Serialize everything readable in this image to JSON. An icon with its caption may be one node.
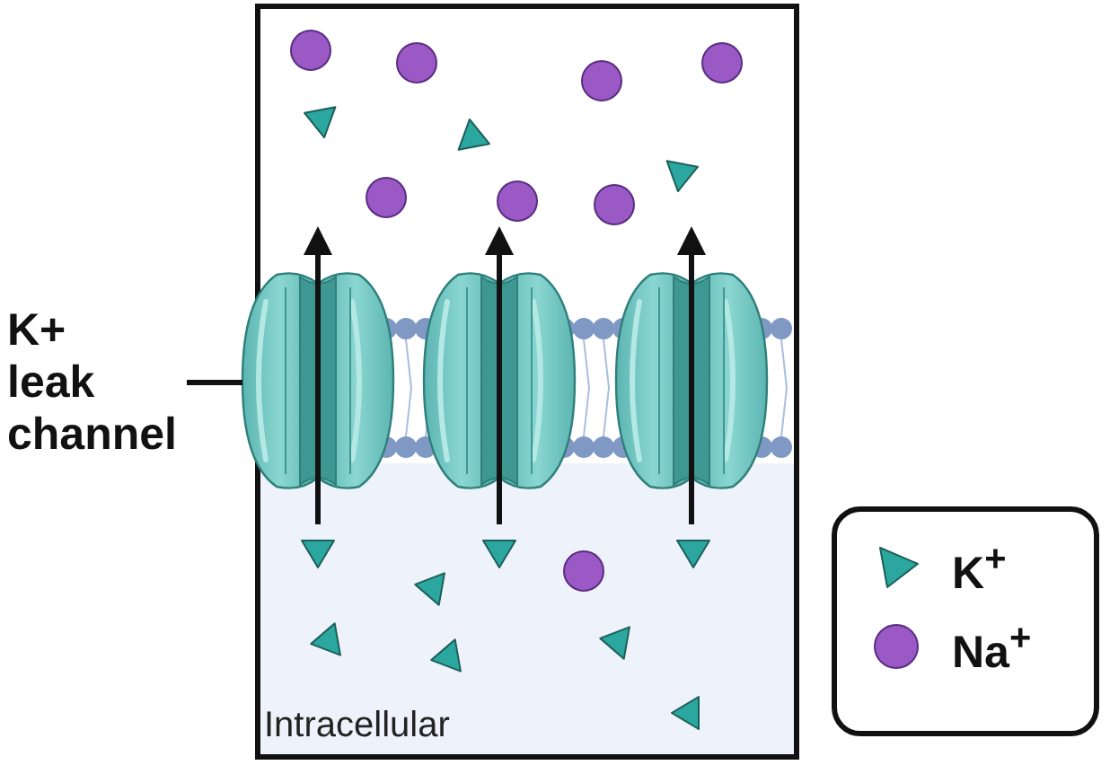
{
  "diagram": {
    "nodes": [
      {
        "text": [
          "K+ leak channel"
        ]
      },
      {
        "text": [],
        "shape": "picture"
      },
      {
        "text": [],
        "shape": "picture"
      },
      {
        "text": [],
        "shape": "picture"
      }
    ],
    "edges": [
      {
        "from": 0,
        "to": 1,
        "arrow": "none"
      }
    ],
    "labels": [
      "Intracellular"
    ],
    "legend": [
      {
        "text": "K$^{+}$"
      },
      {
        "text": "Na$^{+}$"
      }
    ]
  }
}
